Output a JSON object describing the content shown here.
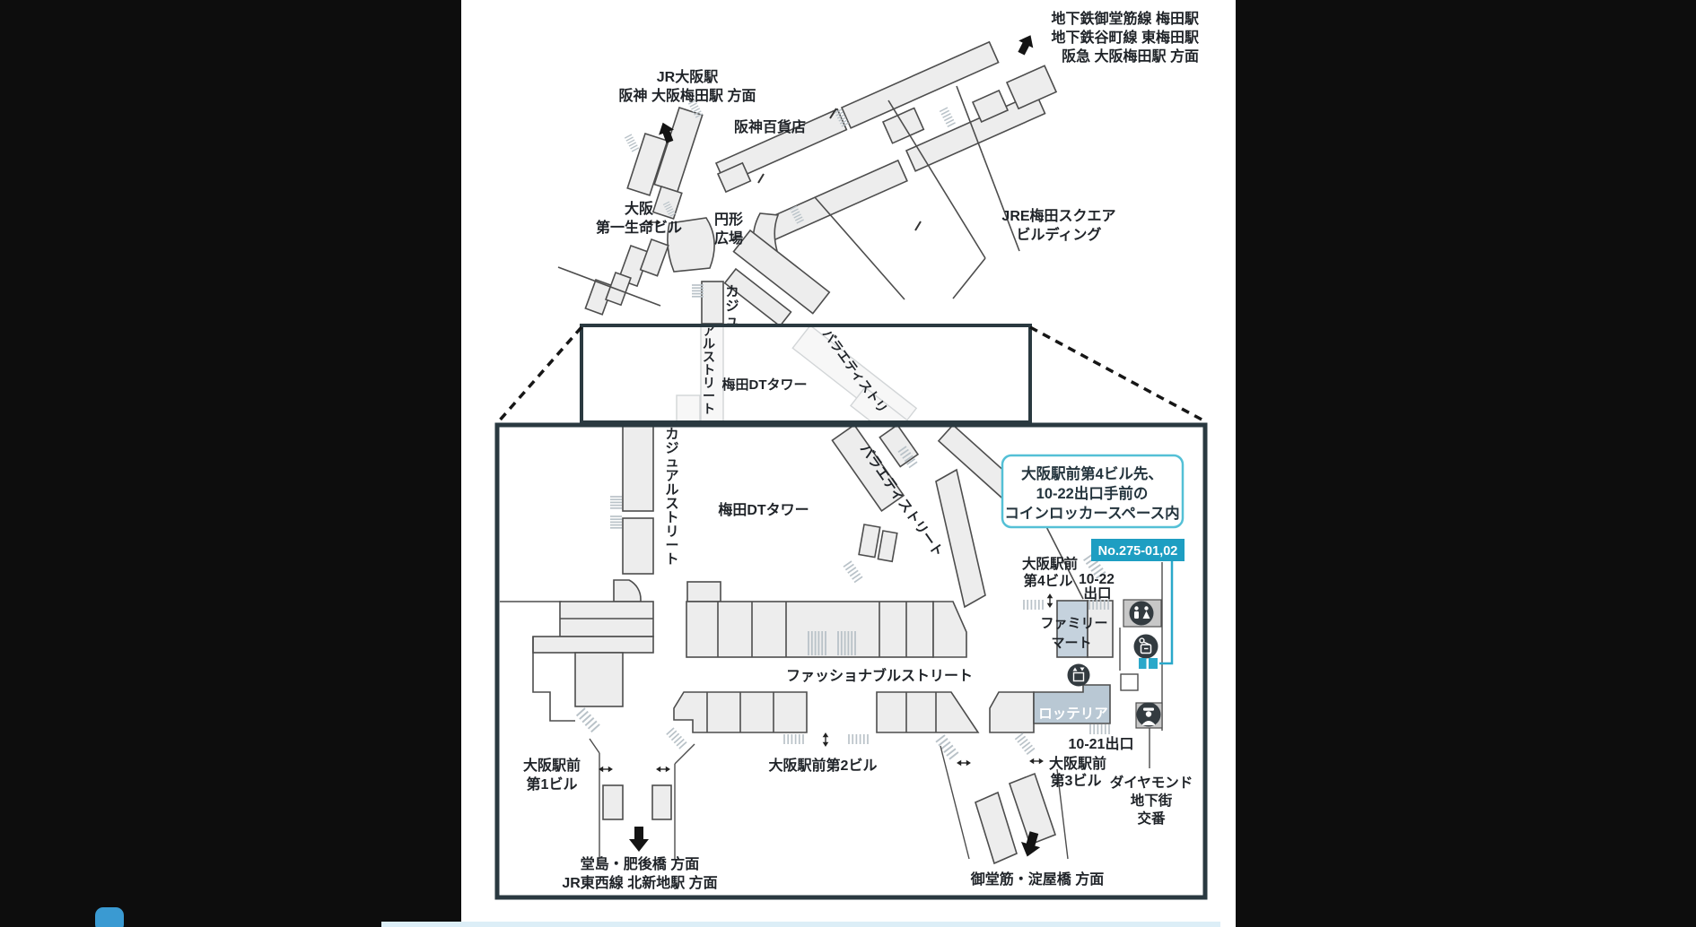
{
  "page": {
    "background": "#0d0d0d",
    "panel_background": "#ffffff"
  },
  "colors": {
    "accent_cyan": "#1e9ec2",
    "marker_cyan": "#2aa8ca",
    "callout_border": "#54c0d6",
    "map_border": "#2a3940",
    "building_fill": "#ededed",
    "building_stroke": "#4d4d4d",
    "bluegray_store_fill": "#c5d2dd",
    "icon_circle": "#333b40",
    "icon_square_bg": "#c7c7c7"
  },
  "icons": {
    "restroom": "restroom-icon",
    "coin_locker": "coin-locker-icon",
    "police": "police-icon",
    "elevator": "elevator-icon",
    "arrow_up_left": "arrow-up-left-icon",
    "arrow_up_right": "arrow-up-right-icon",
    "arrow_down": "arrow-down-icon",
    "arrow_down_right": "arrow-down-right-icon"
  },
  "upper_map": {
    "exit_jr": {
      "line1": "JR大阪駅",
      "line2": "阪神 大阪梅田駅 方面"
    },
    "exit_subway": {
      "line1": "地下鉄御堂筋線 梅田駅",
      "line2": "地下鉄谷町線 東梅田駅",
      "line3": "阪急 大阪梅田駅 方面"
    },
    "hanshin_department_store": "阪神百貨店",
    "daiichi_seimei": {
      "line1": "大阪",
      "line2": "第一生命ビル"
    },
    "round_plaza": {
      "line1": "円形",
      "line2": "広場"
    },
    "jre_square": {
      "line1": "JRE梅田スクエア",
      "line2": "ビルディング"
    },
    "casual_street_top": "カジュ",
    "casual_street_faded": "アルストリート",
    "dt_tower_faded": "梅田DTタワー",
    "variety_street_faded": "バラエティストリ"
  },
  "detail_map": {
    "casual_street": "カジュアルストリート",
    "variety_street": "バラエティストリート",
    "dt_tower": "梅田DTタワー",
    "fashionable_street": "ファッショナブルストリート",
    "family_mart": {
      "line1": "ファミリー",
      "line2": "マート"
    },
    "lotteria": "ロッテリア",
    "exit_10_22": {
      "line1": "大阪駅前",
      "line2": "第4ビル",
      "line3": "10-22",
      "line4": "出口"
    },
    "exit_10_21": "10-21出口",
    "building_1": {
      "line1": "大阪駅前",
      "line2": "第1ビル"
    },
    "building_2": "大阪駅前第2ビル",
    "building_3": {
      "line1": "大阪駅前",
      "line2": "第3ビル"
    },
    "police_box": {
      "line1": "ダイヤモンド",
      "line2": "地下街",
      "line3": "交番"
    },
    "dojima": {
      "line1": "堂島・肥後橋 方面",
      "line2": "JR東西線 北新地駅 方面"
    },
    "midosuji": "御堂筋・淀屋橋 方面"
  },
  "callout": {
    "line1": "大阪駅前第4ビル先、",
    "line2": "10-22出口手前の",
    "line3": "コインロッカースペース内"
  },
  "locker_badge": {
    "number": "No.275-01,02"
  }
}
